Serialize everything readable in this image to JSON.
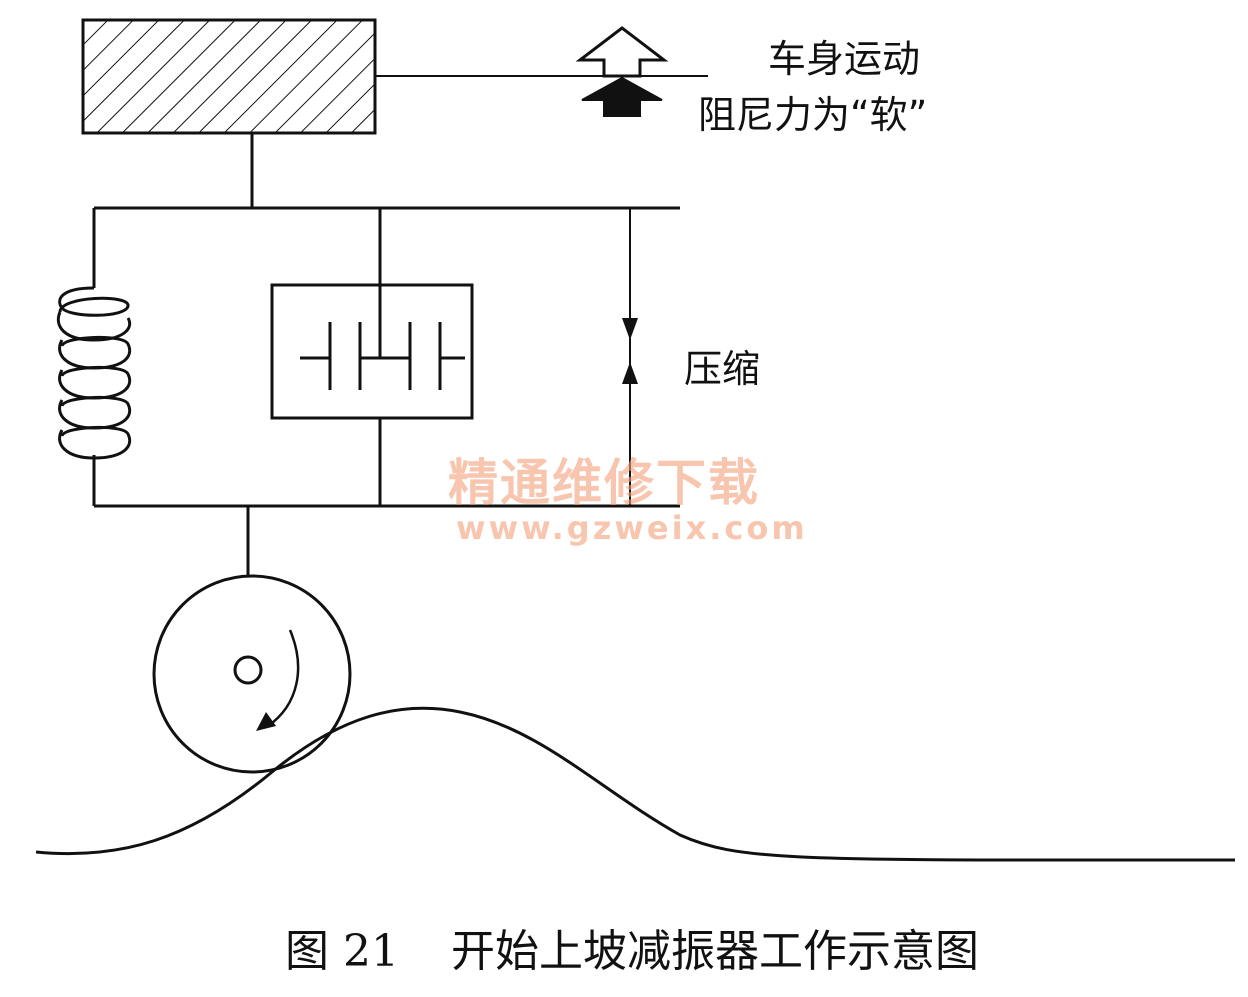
{
  "labels": {
    "body_motion": "车身运动",
    "damping_force": "阻尼力为“软”",
    "compression": "压缩"
  },
  "caption": {
    "figure_number": "图 21",
    "title": "开始上坡减振器工作示意图"
  },
  "watermark": {
    "text": "精通维修下载",
    "url": "www.gzweix.com"
  },
  "colors": {
    "line": "#111111",
    "watermark": "#f4a07a"
  },
  "icons": {
    "up_arrow_outline": "hollow-up-arrow-icon",
    "up_arrow_filled": "solid-up-arrow-icon",
    "rotation_arrow": "curved-rotation-arrow-icon"
  }
}
